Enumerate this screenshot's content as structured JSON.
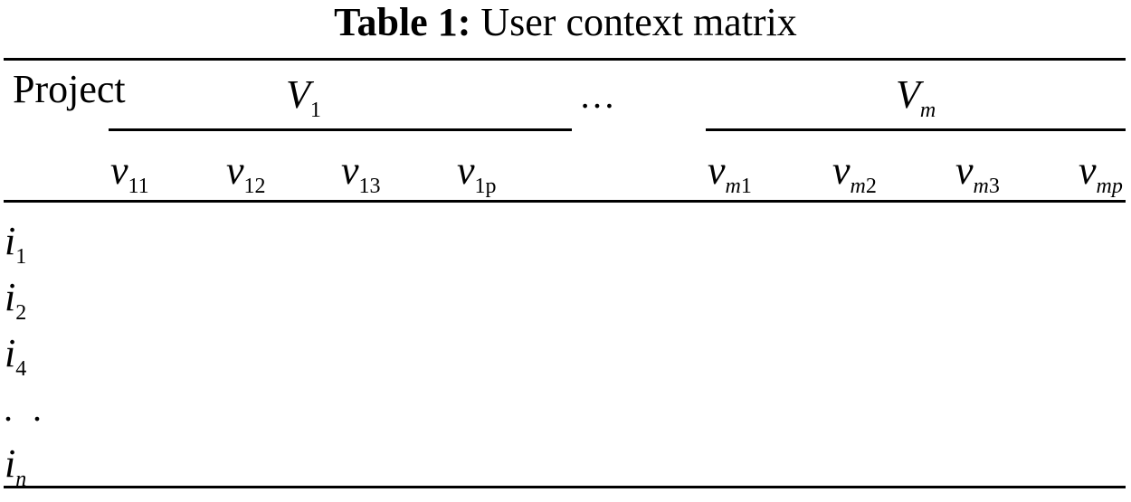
{
  "caption": {
    "number": "Table 1:",
    "title": "User context matrix"
  },
  "header": {
    "stub": "Project",
    "groups": [
      {
        "symbol": "V",
        "subscript": "1"
      },
      {
        "symbol": "V",
        "subscript": "m"
      }
    ],
    "group_gap": "…",
    "columns": [
      {
        "symbol": "v",
        "subscript": "11"
      },
      {
        "symbol": "v",
        "subscript": "12"
      },
      {
        "symbol": "v",
        "subscript": "13"
      },
      {
        "symbol": "v",
        "subscript": "1p"
      },
      {
        "symbol": "v",
        "subscript_italic": "m",
        "subscript_roman": "1"
      },
      {
        "symbol": "v",
        "subscript_italic": "m",
        "subscript_roman": "2"
      },
      {
        "symbol": "v",
        "subscript_italic": "m",
        "subscript_roman": "3"
      },
      {
        "symbol": "v",
        "subscript_italic": "mp",
        "subscript_roman": ""
      }
    ]
  },
  "rows": [
    {
      "symbol": "i",
      "subscript": "1"
    },
    {
      "symbol": "i",
      "subscript": "2"
    },
    {
      "symbol": "i",
      "subscript": "4"
    },
    {
      "ellipsis": ". ."
    },
    {
      "symbol": "i",
      "subscript_italic": "n"
    }
  ]
}
